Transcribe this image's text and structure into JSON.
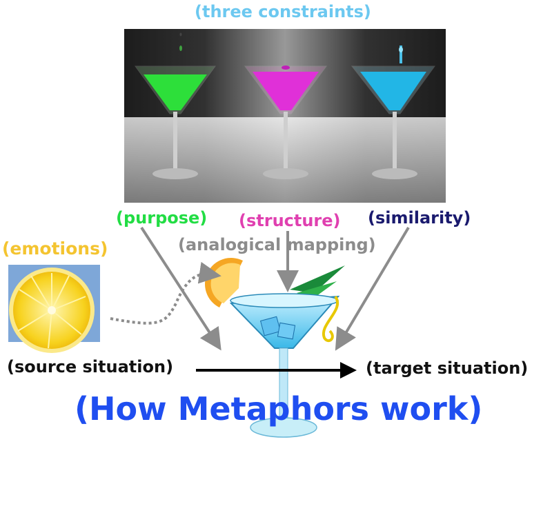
{
  "labels": {
    "three_constraints": "(three constraints)",
    "purpose": "(purpose)",
    "structure": "(structure)",
    "similarity": "(similarity)",
    "analogical_mapping": "(analogical mapping)",
    "emotions": "(emotions)",
    "source_situation": "(source situation)",
    "target_situation": "(target situation)",
    "main_title": "(How Metaphors work)"
  },
  "colors": {
    "three_constraints": "#6cc8f0",
    "purpose": "#22dd44",
    "structure": "#e040b0",
    "similarity": "#1a1a6e",
    "analogical_mapping": "#8c8c8c",
    "emotions": "#f4c430",
    "source_situation": "#111111",
    "target_situation": "#111111",
    "main_title": "#1f4ef0",
    "arrow_gray": "#8c8c8c",
    "arrow_black": "#000000",
    "cocktail_green": "#2ddf3a",
    "cocktail_magenta": "#e030d8",
    "cocktail_cyan": "#22b6e6",
    "cocktail_main": "#7fd8f2",
    "lemon": "#f7d21e"
  }
}
